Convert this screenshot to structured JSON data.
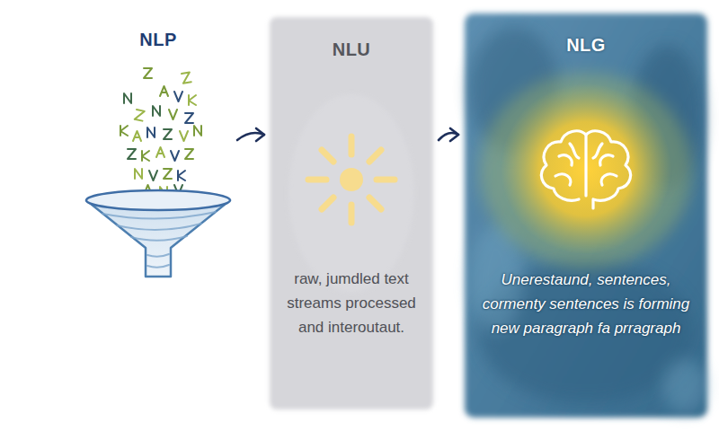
{
  "diagram": {
    "nodes": [
      {
        "text": [
          "NLP"
        ]
      },
      {
        "text": [
          "NLU",
          "raw, jumdled text streams processed and interoutaut."
        ]
      },
      {
        "text": [
          "NLG",
          "Unerestaund, sentences, cormenty sentences is forming new paragraph fa prragraph"
        ]
      }
    ],
    "edges": [
      {
        "from": 0,
        "to": 1,
        "arrow": "to"
      },
      {
        "from": 1,
        "to": 2,
        "arrow": "to"
      }
    ]
  }
}
